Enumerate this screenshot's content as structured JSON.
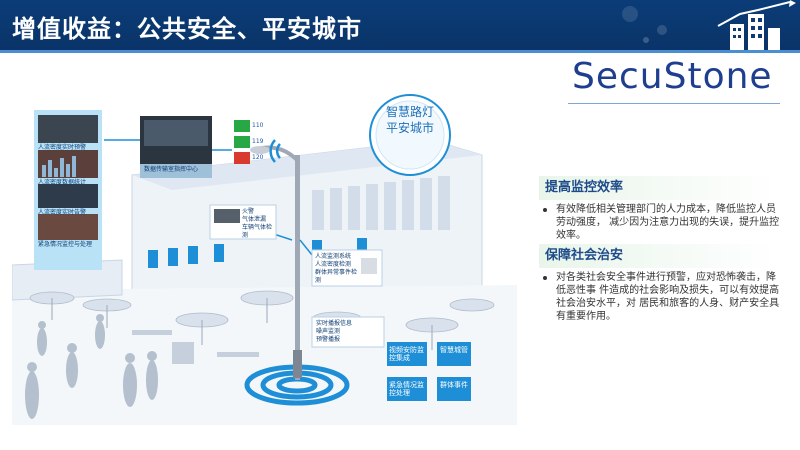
{
  "header": {
    "title": "增值收益：公共安全、平安城市"
  },
  "logo": {
    "text": "SecuStone"
  },
  "illustration": {
    "bubble": {
      "line1": "智慧路灯",
      "line2": "平安城市"
    },
    "monitor_labels": [
      "人流密度实时预警",
      "人流密度数据统计",
      "人流密度实时告警",
      "紧急情况监控与处理"
    ],
    "control_center": "数据传输室指挥中心",
    "sensor_label": [
      "火警",
      "气体泄漏",
      "车辆气体检测"
    ],
    "camera_label": [
      "人流监测系统",
      "人流密度检测",
      "群体异常事件检测"
    ],
    "speaker_label": [
      "实时播报信息",
      "噪声监测",
      "预警播报"
    ],
    "phone_labels": [
      "110",
      "119",
      "120"
    ],
    "tags": [
      {
        "text": "视频安防监控集成"
      },
      {
        "text": "智慧城管"
      },
      {
        "text": "紧急情况监控处理"
      },
      {
        "text": "群体事件"
      }
    ]
  },
  "cards": [
    {
      "title": "提高监控效率",
      "body": "有效降低相关管理部门的人力成本，降低监控人员劳动强度， 减少因为注意力出现的失误，提升监控效率。"
    },
    {
      "title": "保障社会治安",
      "body": "对各类社会安全事件进行预警，应对恐怖袭击，降低恶性事 件造成的社会影响及损失，可以有效提高社会治安水平，对 居民和旅客的人身、财产安全具有重要作用。"
    }
  ],
  "colors": {
    "header_bg": "#0b3c78",
    "brand": "#1e3f8f",
    "card_title": "#1e4c8a",
    "illu_blue": "#1e8fd6"
  }
}
